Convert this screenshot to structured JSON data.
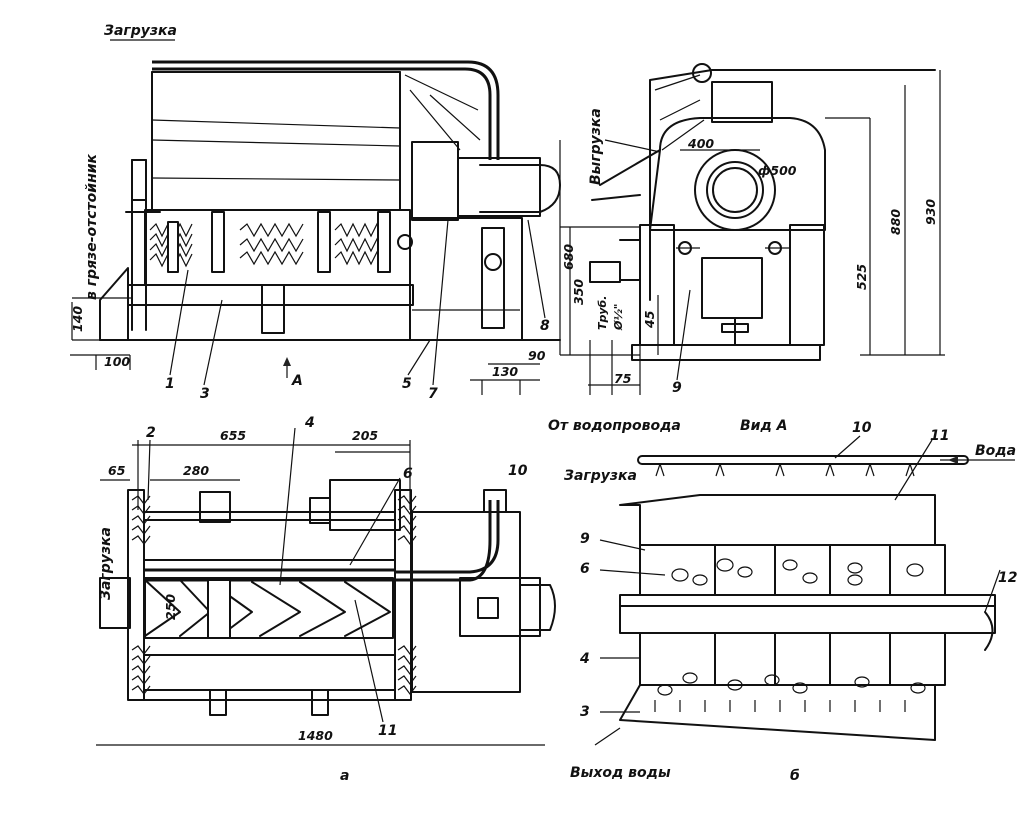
{
  "labels": {
    "load_top": "Загрузка",
    "to_mud_trap": "в грязе-отстойник",
    "unload": "Выгрузка",
    "from_water_supply": "От водопровода",
    "view_a_title": "Вид А",
    "view_a_arrow": "А",
    "water": "Вода",
    "load_view_b": "Загрузка",
    "water_exit": "Выход воды",
    "load_side": "Загрузка",
    "pipe": "Труб.",
    "pipe_size": "Ø½\"",
    "caption_a": "а",
    "caption_b": "б"
  },
  "dims": {
    "d140": "140",
    "d100": "100",
    "d680": "680",
    "d90": "90",
    "d130": "130",
    "d400": "400",
    "d500": "ф500",
    "d350": "350",
    "d45": "45",
    "d75": "75",
    "d525": "525",
    "d880": "880",
    "d930": "930",
    "d655": "655",
    "d205": "205",
    "d65": "65",
    "d280": "280",
    "d250": "250",
    "d1480": "1480"
  },
  "parts": {
    "p1": "1",
    "p2": "2",
    "p3": "3",
    "p4": "4",
    "p5": "5",
    "p6": "6",
    "p7": "7",
    "p8": "8",
    "p9": "9",
    "p10": "10",
    "p11": "11",
    "p12": "12"
  }
}
